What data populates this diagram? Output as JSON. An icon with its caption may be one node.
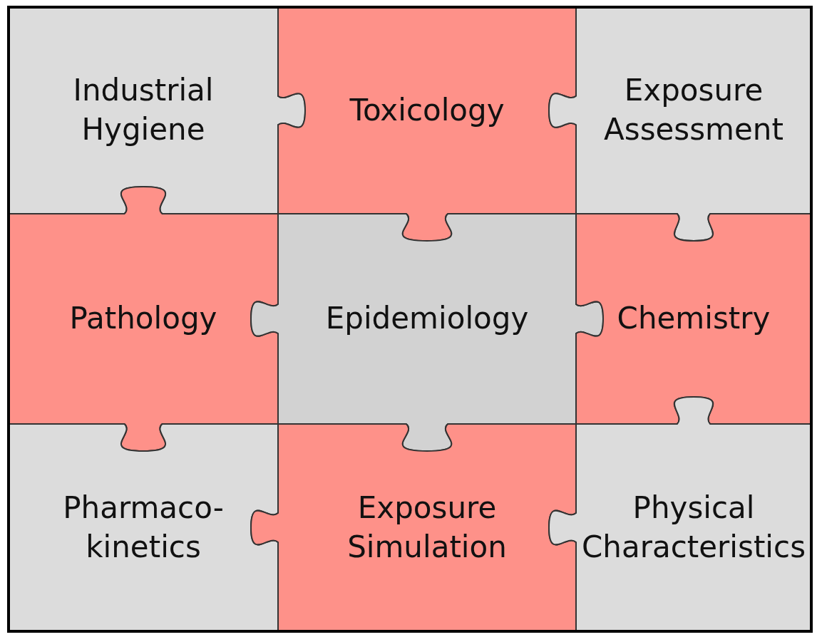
{
  "diagram": {
    "nodes": [
      {
        "text": [
          "Industrial Hygiene"
        ]
      },
      {
        "text": [
          "Toxicology"
        ]
      },
      {
        "text": [
          "Exposure Assessment"
        ]
      },
      {
        "text": [
          "Pathology"
        ]
      },
      {
        "text": [
          "Epidemiology"
        ]
      },
      {
        "text": [
          "Chemistry"
        ]
      },
      {
        "text": [
          "Pharmaco- kinetics"
        ]
      },
      {
        "text": [
          "Exposure Simulation"
        ]
      },
      {
        "text": [
          "Physical Characteristics"
        ]
      }
    ]
  }
}
